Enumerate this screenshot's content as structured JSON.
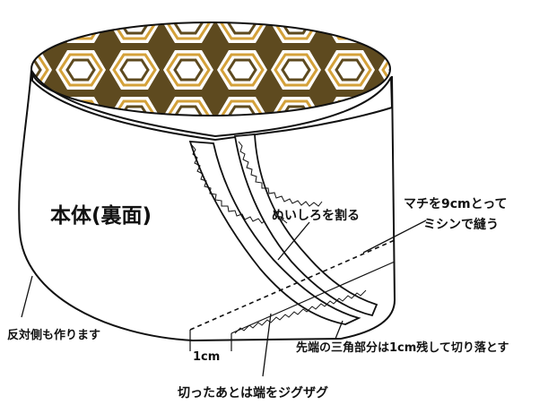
{
  "diagram": {
    "labels": {
      "body_reverse": "本体(裏面)",
      "split_seam": "ぬいしろを割る",
      "gusset_line1": "マチを9cmとって",
      "gusset_line2": "ミシンで縫う",
      "other_side": "反対側も作ります",
      "one_cm": "1cm",
      "trim_tip": "先端の三角部分は1cm残して切り落とす",
      "zigzag": "切ったあとは端をジグザグ"
    },
    "colors": {
      "outline": "#111111",
      "fabric_brown": "#5e4a1f",
      "fabric_gold": "#d4a13a",
      "fabric_cream": "#ffffff",
      "paper": "#ffffff"
    }
  }
}
